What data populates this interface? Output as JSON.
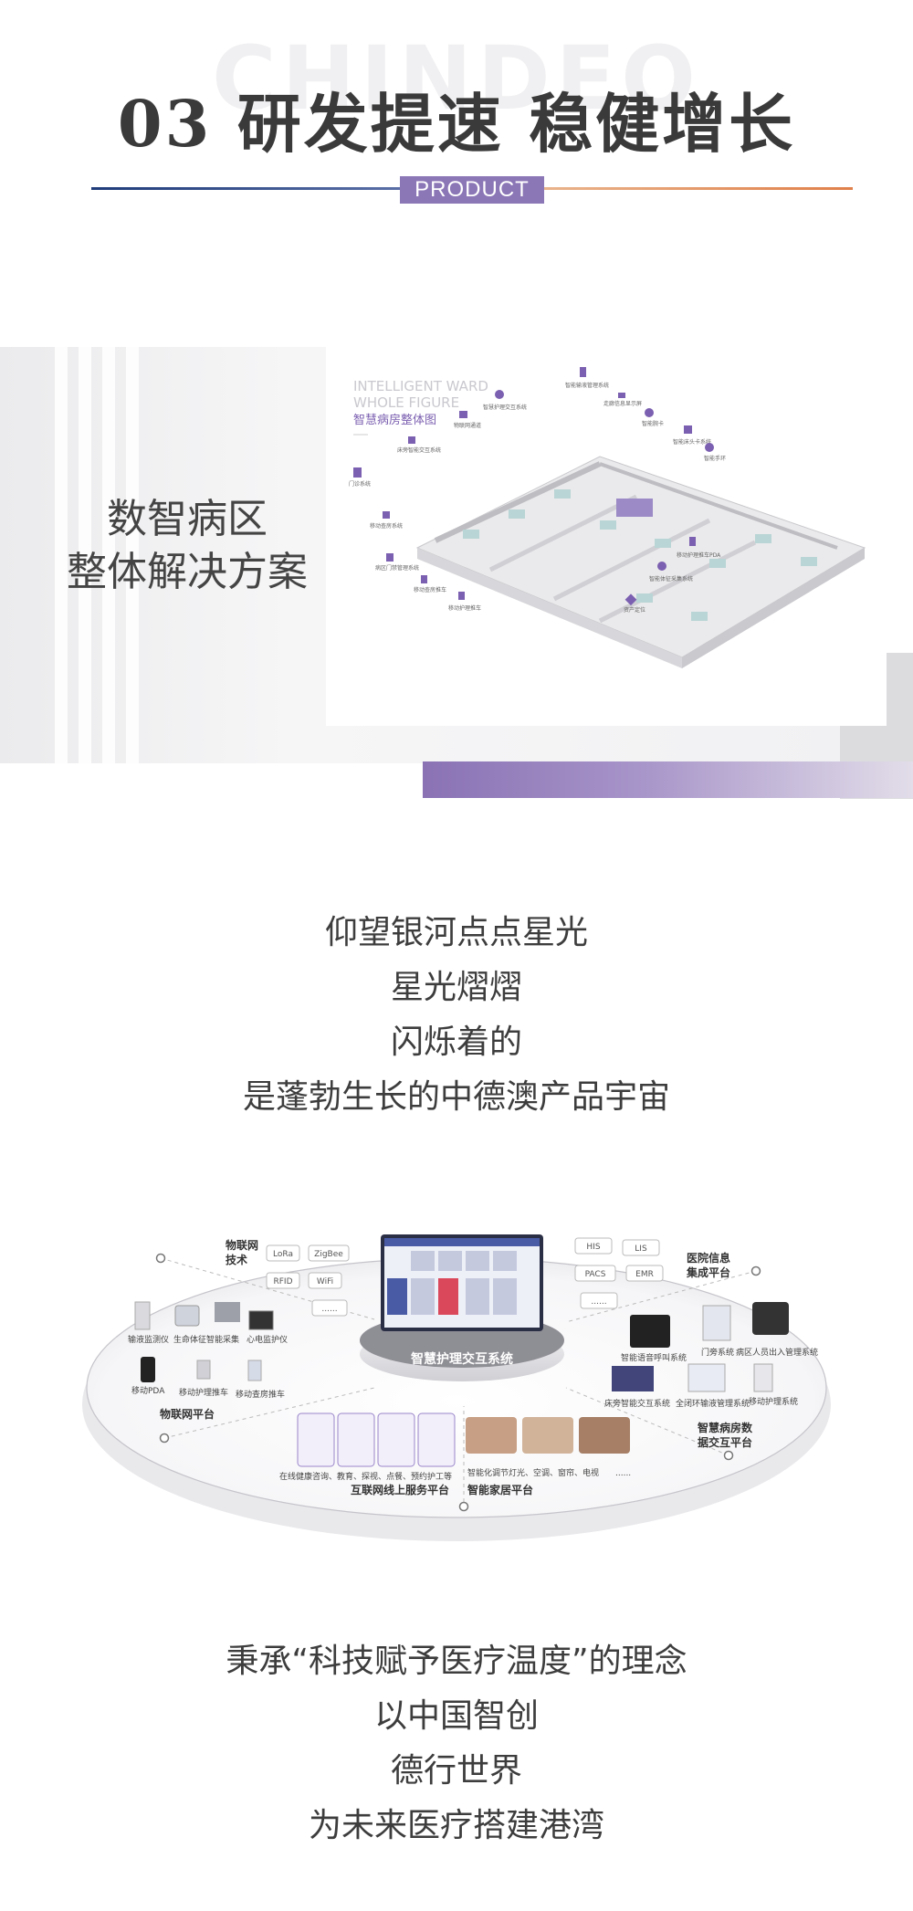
{
  "header": {
    "watermark": "CHINDEO",
    "title": "03 研发提速 稳健增长",
    "tag": "PRODUCT"
  },
  "ward": {
    "heading_lines": [
      "数智病区",
      "整体解决方案"
    ],
    "card": {
      "title_en_line1": "INTELLIGENT WARD",
      "title_en_line2": "WHOLE FIGURE",
      "title_cn": "智慧病房整体图",
      "callouts": [
        "门诊系统",
        "移动查房系统",
        "床旁智能交互系统",
        "物联网通道",
        "智慧护理交互系统",
        "智能输液管理系统",
        "走廊信息显示屏",
        "智能腕卡",
        "智能床头卡系统",
        "智能手环",
        "移动护理推车PDA",
        "智能体征采集系统",
        "资产定位",
        "移动护理推车",
        "病区门禁管理系统",
        "移动查房推车"
      ]
    },
    "colors": {
      "accent": "#8a72b4",
      "callout_icon": "#7b5fb0"
    }
  },
  "poem1": {
    "lines": [
      "仰望银河点点星光",
      "星光熠熠",
      "闪烁着的",
      "是蓬勃生长的中德澳产品宇宙"
    ]
  },
  "platform": {
    "center_label": "智慧护理交互系统",
    "iot_tech": {
      "title_line1": "物联网",
      "title_line2": "技术",
      "chips": [
        "LoRa",
        "ZigBee",
        "RFID",
        "WiFi",
        "......"
      ]
    },
    "hospital_integration": {
      "title_line1": "医院信息",
      "title_line2": "集成平台",
      "chips": [
        "HIS",
        "LIS",
        "PACS",
        "EMR",
        "......"
      ]
    },
    "iot_devices": [
      "输液监测仪",
      "生命体征智能采集",
      "心电监护仪",
      "移动PDA",
      "移动护理推车",
      "移动查房推车"
    ],
    "iot_platform": "物联网平台",
    "ward_devices": [
      "智能语音呼叫系统",
      "门旁系统",
      "病区人员出入管理系统",
      "床旁智能交互系统",
      "全闭环输液管理系统",
      "移动护理系统"
    ],
    "ward_platform_line1": "智慧病房数",
    "ward_platform_line2": "据交互平台",
    "online_service_caption": "在线健康咨询、教育、探视、点餐、预约护工等",
    "online_platform": "互联网线上服务平台",
    "home_caption": "智能化调节灯光、空调、窗帘、电视",
    "home_caption_more": "......",
    "home_platform": "智能家居平台",
    "colors": {
      "primary": "#6c5aa8",
      "screen": "#4a5ba6"
    }
  },
  "poem2": {
    "lines": [
      "秉承“科技赋予医疗温度”的理念",
      "以中国智创",
      "德行世界",
      "为未来医疗搭建港湾"
    ]
  }
}
